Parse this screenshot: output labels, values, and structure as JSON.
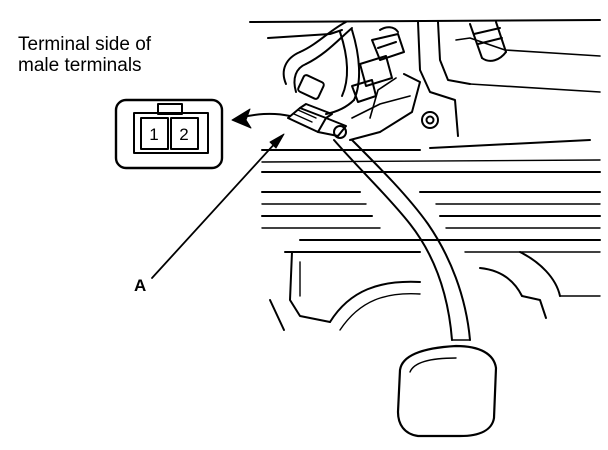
{
  "caption": {
    "line1": "Terminal side of",
    "line2": "male terminals"
  },
  "connector": {
    "pin_1": "1",
    "pin_2": "2"
  },
  "callouts": {
    "a": "A"
  }
}
